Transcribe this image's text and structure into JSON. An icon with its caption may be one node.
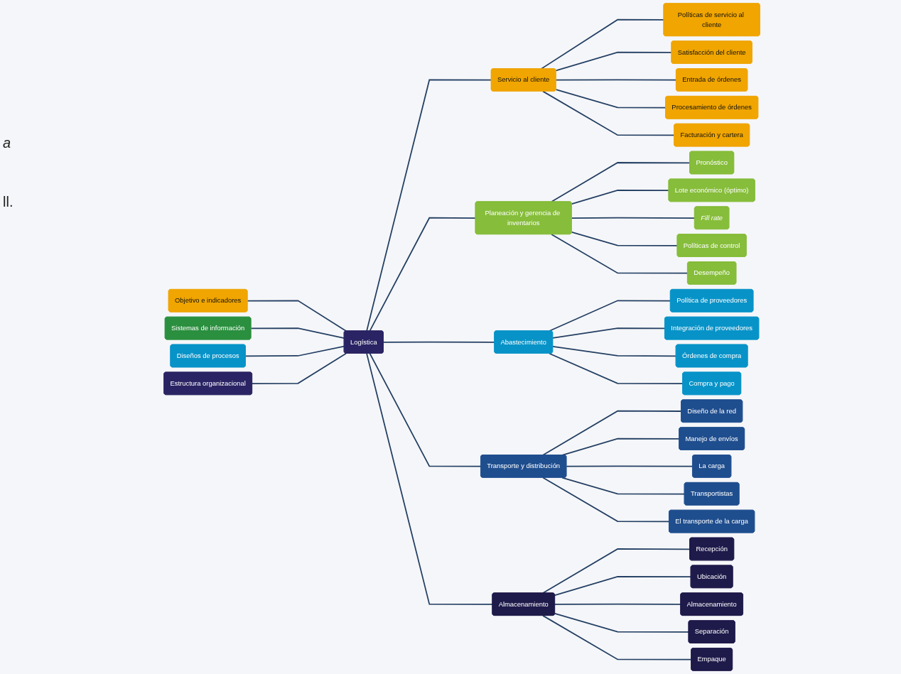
{
  "diagram": {
    "nodes": [
      {
        "text": [
          "Logística"
        ]
      },
      {
        "text": [
          "Objetivo e indicadores"
        ]
      },
      {
        "text": [
          "Sistemas de información"
        ]
      },
      {
        "text": [
          "Diseños de procesos"
        ]
      },
      {
        "text": [
          "Estructura organizacional"
        ]
      },
      {
        "text": [
          "Servicio al cliente"
        ]
      },
      {
        "text": [
          "Políticas de servicio al cliente"
        ]
      },
      {
        "text": [
          "Satisfacción del cliente"
        ]
      },
      {
        "text": [
          "Entrada de órdenes"
        ]
      },
      {
        "text": [
          "Procesamiento de órdenes"
        ]
      },
      {
        "text": [
          "Facturación y cartera"
        ]
      },
      {
        "text": [
          "Planeación y gerencia de inventarios"
        ]
      },
      {
        "text": [
          "Pronóstico"
        ]
      },
      {
        "text": [
          "Lote económico (óptimo)"
        ]
      },
      {
        "text": [
          "Fill rate"
        ]
      },
      {
        "text": [
          "Políticas de control"
        ]
      },
      {
        "text": [
          "Desempeño"
        ]
      },
      {
        "text": [
          "Abastecimiento"
        ]
      },
      {
        "text": [
          "Política de proveedores"
        ]
      },
      {
        "text": [
          "Integración de proveedores"
        ]
      },
      {
        "text": [
          "Órdenes de compra"
        ]
      },
      {
        "text": [
          "Compra y pago"
        ]
      },
      {
        "text": [
          "Transporte y distribución"
        ]
      },
      {
        "text": [
          "Diseño de la red"
        ]
      },
      {
        "text": [
          "Manejo de envíos"
        ]
      },
      {
        "text": [
          "La carga"
        ]
      },
      {
        "text": [
          "Transportistas"
        ]
      },
      {
        "text": [
          "El transporte de la carga"
        ]
      },
      {
        "text": [
          "Almacenamiento"
        ]
      },
      {
        "text": [
          "Recepción"
        ]
      },
      {
        "text": [
          "Ubicación"
        ]
      },
      {
        "text": [
          "Almacenamiento"
        ]
      },
      {
        "text": [
          "Separación"
        ]
      },
      {
        "text": [
          "Empaque"
        ]
      }
    ],
    "edges": [
      {
        "from": 0,
        "to": 1,
        "arrow": "none"
      },
      {
        "from": 0,
        "to": 2,
        "arrow": "none"
      },
      {
        "from": 0,
        "to": 3,
        "arrow": "none"
      },
      {
        "from": 0,
        "to": 4,
        "arrow": "none"
      },
      {
        "from": 0,
        "to": 5,
        "arrow": "none"
      },
      {
        "from": 0,
        "to": 11,
        "arrow": "none"
      },
      {
        "from": 0,
        "to": 17,
        "arrow": "none"
      },
      {
        "from": 0,
        "to": 22,
        "arrow": "none"
      },
      {
        "from": 0,
        "to": 28,
        "arrow": "none"
      },
      {
        "from": 5,
        "to": 6,
        "arrow": "none"
      },
      {
        "from": 5,
        "to": 7,
        "arrow": "none"
      },
      {
        "from": 5,
        "to": 8,
        "arrow": "none"
      },
      {
        "from": 5,
        "to": 9,
        "arrow": "none"
      },
      {
        "from": 5,
        "to": 10,
        "arrow": "none"
      },
      {
        "from": 11,
        "to": 12,
        "arrow": "none"
      },
      {
        "from": 11,
        "to": 13,
        "arrow": "none"
      },
      {
        "from": 11,
        "to": 14,
        "arrow": "none"
      },
      {
        "from": 11,
        "to": 15,
        "arrow": "none"
      },
      {
        "from": 11,
        "to": 16,
        "arrow": "none"
      },
      {
        "from": 17,
        "to": 18,
        "arrow": "none"
      },
      {
        "from": 17,
        "to": 19,
        "arrow": "none"
      },
      {
        "from": 17,
        "to": 20,
        "arrow": "none"
      },
      {
        "from": 17,
        "to": 21,
        "arrow": "none"
      },
      {
        "from": 22,
        "to": 23,
        "arrow": "none"
      },
      {
        "from": 22,
        "to": 24,
        "arrow": "none"
      },
      {
        "from": 22,
        "to": 25,
        "arrow": "none"
      },
      {
        "from": 22,
        "to": 26,
        "arrow": "none"
      },
      {
        "from": 22,
        "to": 27,
        "arrow": "none"
      },
      {
        "from": 28,
        "to": 29,
        "arrow": "none"
      },
      {
        "from": 28,
        "to": 30,
        "arrow": "none"
      },
      {
        "from": 28,
        "to": 31,
        "arrow": "none"
      },
      {
        "from": 28,
        "to": 32,
        "arrow": "none"
      },
      {
        "from": 28,
        "to": 33,
        "arrow": "none"
      }
    ],
    "labels": [
      "a",
      "ll."
    ]
  }
}
